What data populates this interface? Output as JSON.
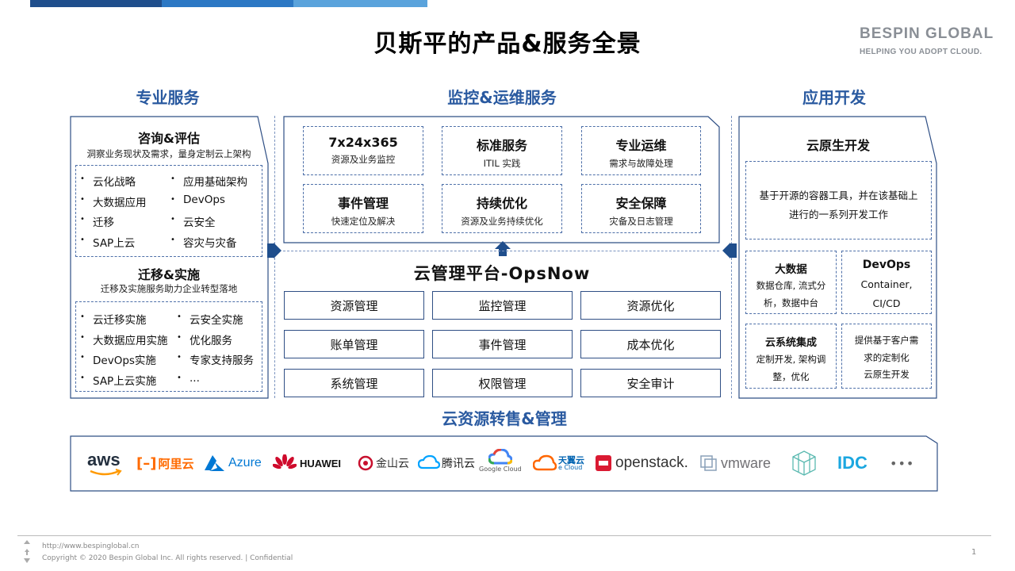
{
  "title": "贝斯平的产品&服务全景",
  "brand": {
    "name": "BESPIN GLOBAL",
    "tagline": "HELPING YOU ADOPT CLOUD."
  },
  "colors": {
    "accent": "#2a5aa0",
    "border": "#2f4f85",
    "bar1": "#1f4e8c",
    "bar2": "#2c78c4",
    "bar3": "#5aa3dc"
  },
  "left": {
    "heading": "专业服务",
    "consult": {
      "title": "咨询&评估",
      "desc": "洞察业务现状及需求，量身定制云上架构",
      "items_col1": [
        "云化战略",
        "大数据应用",
        "迁移",
        "SAP上云"
      ],
      "items_col2": [
        "应用基础架构",
        "DevOps",
        "云安全",
        "容灾与灾备"
      ]
    },
    "migrate": {
      "title": "迁移&实施",
      "desc": "迁移及实施服务助力企业转型落地",
      "items_col1": [
        "云迁移实施",
        "大数据应用实施",
        "DevOps实施",
        "SAP上云实施"
      ],
      "items_col2": [
        "云安全实施",
        "优化服务",
        "专家支持服务",
        "..."
      ]
    }
  },
  "middle": {
    "heading": "监控&运维服务",
    "services": [
      {
        "title": "7x24x365",
        "desc": "资源及业务监控"
      },
      {
        "title": "标准服务",
        "desc": "ITIL 实践"
      },
      {
        "title": "专业运维",
        "desc": "需求与故障处理"
      },
      {
        "title": "事件管理",
        "desc": "快速定位及解决"
      },
      {
        "title": "持续优化",
        "desc": "资源及业务持续优化"
      },
      {
        "title": "安全保障",
        "desc": "灾备及日志管理"
      }
    ],
    "platform_title": "云管理平台-OpsNow",
    "platform_items": [
      "资源管理",
      "监控管理",
      "资源优化",
      "账单管理",
      "事件管理",
      "成本优化",
      "系统管理",
      "权限管理",
      "安全审计"
    ]
  },
  "right": {
    "heading": "应用开发",
    "cloud_native": {
      "title": "云原生开发",
      "line1": "基于开源的容器工具，并在该基础上",
      "line2": "进行的一系列开发工作"
    },
    "bigdata": {
      "title": "大数据",
      "line1": "数据仓库, 流式分",
      "line2": "析，数据中台"
    },
    "devops": {
      "title": "DevOps",
      "line1": "Container,",
      "line2": "CI/CD"
    },
    "integration": {
      "title": "云系统集成",
      "line1": "定制开发, 架构调",
      "line2": "整，优化"
    },
    "custom": {
      "line1": "提供基于客户需",
      "line2": "求的定制化",
      "line3": "云原生开发"
    }
  },
  "bottom": {
    "heading": "云资源转售&管理",
    "logos": [
      "aws",
      "阿里云",
      "Azure",
      "HUAWEI",
      "金山云",
      "腾讯云",
      "Google Cloud",
      "天翼云",
      "openstack.",
      "vmware",
      "IDC",
      "•••"
    ],
    "google_sub": "Google Cloud",
    "tianyi_sub": "e Cloud"
  },
  "footer": {
    "url": "http://www.bespinglobal.cn",
    "copyright": "Copyright © 2020  Bespin Global Inc. All rights reserved. | Confidential",
    "page": "1"
  }
}
